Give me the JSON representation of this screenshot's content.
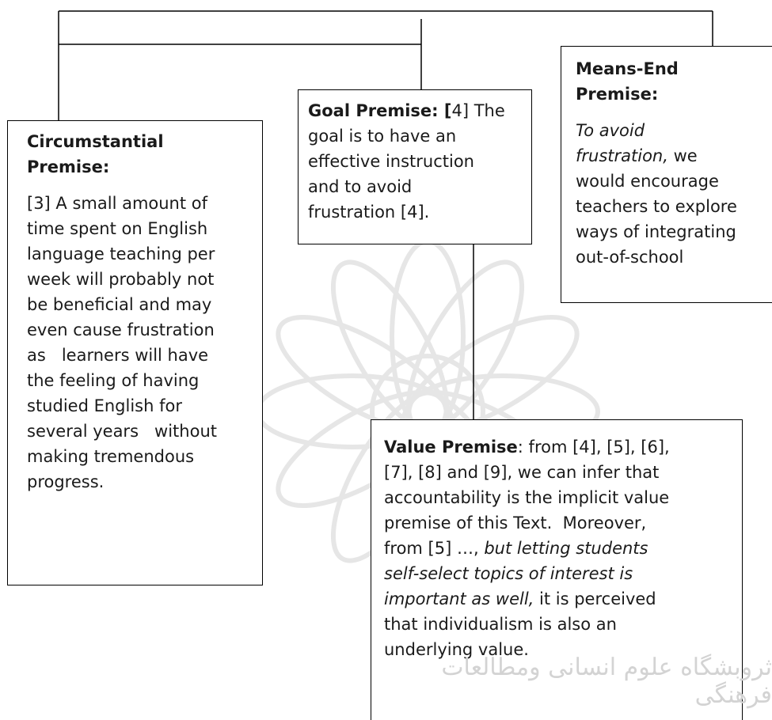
{
  "circumstantial": {
    "title_line1": "Circumstantial",
    "title_line2": "Premise:",
    "lines": [
      "[3] A small amount of",
      "time spent on English",
      "language teaching per",
      "week will probably not",
      "be beneficial and may",
      "even cause frustration",
      "as   learners will have",
      "the feeling of having",
      "studied English for",
      "several years   without",
      "making tremendous",
      "progress."
    ]
  },
  "goal": {
    "title": "Goal Premise: [",
    "line1_rest": "4] The",
    "lines": [
      "goal is to have an",
      "effective instruction",
      "and to avoid",
      "frustration [4]."
    ]
  },
  "means_end": {
    "title_line1": "Means-End",
    "title_line2": "Premise:",
    "line1_italic": "To avoid",
    "line2_italic": "frustration,",
    "line2_rest": " we",
    "lines": [
      "would encourage",
      "teachers to explore",
      "ways of integrating",
      "out-of-school"
    ]
  },
  "value": {
    "title": "Value Premise",
    "line1_rest": ": from [4], [5], [6],",
    "line2": "[7], [8] and [9], we can infer that",
    "line3": "accountability is the implicit value",
    "line4": "premise of this Text.  Moreover,",
    "line5_start": "from [5] …, ",
    "line5_italic": "but letting students",
    "line6_italic": "self-select topics of interest is",
    "line7_italic": "important as well,",
    "line7_rest": " it is perceived",
    "line8": "that individualism is also an",
    "line9": "underlying value."
  },
  "watermark": {
    "text": "ثروبشگاه علوم انسانی ومطالعات فرهنگی",
    "color": "#d3d3d3"
  }
}
